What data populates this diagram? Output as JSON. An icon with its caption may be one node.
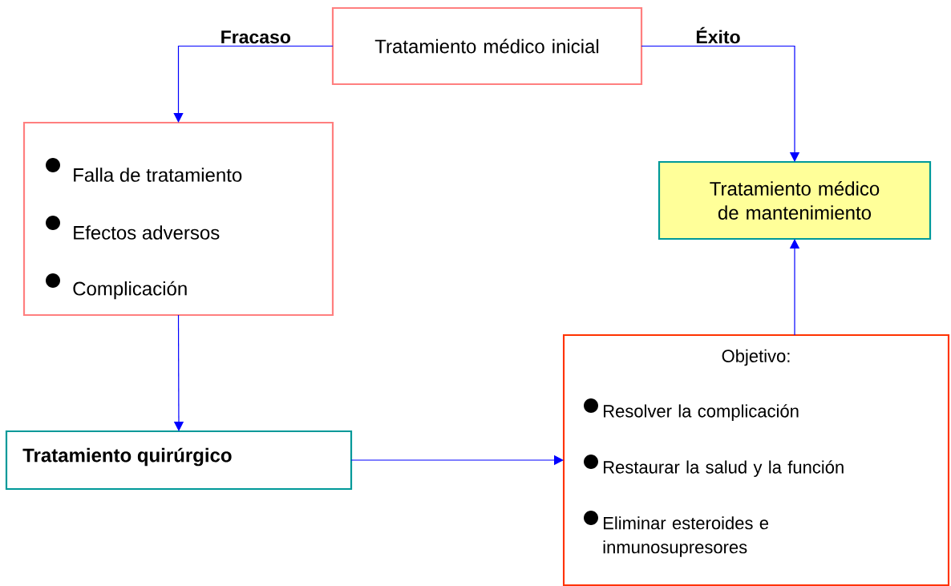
{
  "diagram": {
    "nodes": [
      {
        "text": [
          "Tratamiento médico inicial"
        ]
      },
      {
        "text": [
          "Falla de tratamiento",
          "Efectos adversos",
          "Complicación"
        ]
      },
      {
        "text": [
          "Tratamiento médico de mantenimiento"
        ]
      },
      {
        "text": [
          "Tratamiento quirúrgico"
        ]
      },
      {
        "text": [
          "Objetivo:",
          "Resolver la complicación",
          "Restaurar la salud y la función",
          "Eliminar esteroides e inmunosupresores"
        ]
      }
    ],
    "edges": [
      {
        "from": 0,
        "to": 1,
        "arrow": "to",
        "label": "Fracaso"
      },
      {
        "from": 0,
        "to": 2,
        "arrow": "to",
        "label": "Éxito"
      },
      {
        "from": 1,
        "to": 3,
        "arrow": "to"
      },
      {
        "from": 3,
        "to": 4,
        "arrow": "to"
      },
      {
        "from": 4,
        "to": 2,
        "arrow": "to"
      }
    ]
  }
}
